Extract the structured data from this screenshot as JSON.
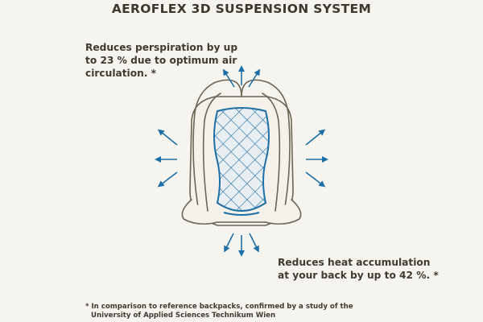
{
  "title": "AEROFLEX 3D SUSPENSION SYSTEM",
  "claims": {
    "perspiration": [
      "Reduces perspiration by up",
      "to 23 % due to optimum air",
      "circulation. *"
    ],
    "heat": [
      "Reduces heat accumulation",
      "at your back by up to 42 %. *"
    ]
  },
  "footnote": [
    "* In comparison to reference backpacks, confirmed by a study of the",
    "University of Applied Sciences Technikum Wien"
  ],
  "colors": {
    "background": "#f6f4ee",
    "outline": "#6b6555",
    "accent": "#1e6fa5",
    "text": "#3f3b31"
  },
  "icons": [
    "airflow-arrow-icon",
    "backpack-illustration",
    "mesh-panel-icon"
  ]
}
